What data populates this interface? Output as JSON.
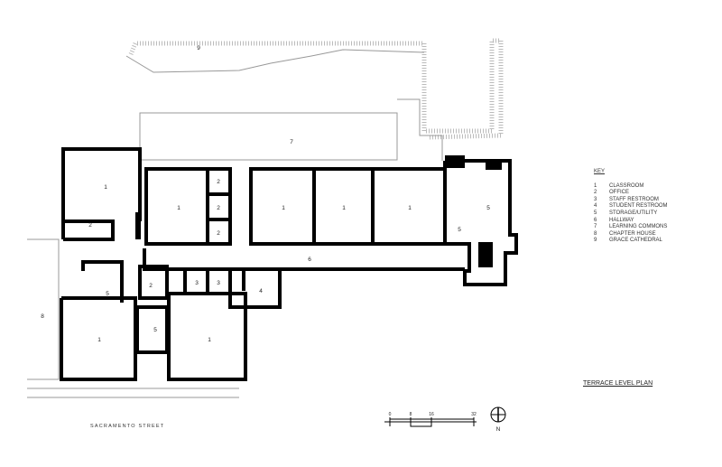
{
  "key": {
    "title": "KEY",
    "items": [
      {
        "num": "1",
        "label": "CLASSROOM"
      },
      {
        "num": "2",
        "label": "OFFICE"
      },
      {
        "num": "3",
        "label": "STAFF RESTROOM"
      },
      {
        "num": "4",
        "label": "STUDENT RESTROOM"
      },
      {
        "num": "5",
        "label": "STORAGE/UTILITY"
      },
      {
        "num": "6",
        "label": "HALLWAY"
      },
      {
        "num": "7",
        "label": "LEARNING COMMONS"
      },
      {
        "num": "8",
        "label": "CHAPTER HOUSE"
      },
      {
        "num": "9",
        "label": "GRACE CATHEDRAL"
      }
    ]
  },
  "plan_title": "TERRACE LEVEL PLAN",
  "street": "SACRAMENTO STREET",
  "scale": {
    "ticks": [
      "0",
      "8",
      "16",
      "32"
    ]
  },
  "north": "N",
  "rooms": {
    "cathedral": "9",
    "commons": "7",
    "c_topleft": "1",
    "o_left": "2",
    "c_a": "1",
    "o_a": "2",
    "o_b": "2",
    "o_c": "2",
    "c_b": "1",
    "c_c": "1",
    "c_d": "1",
    "s_right": "5",
    "s_right2": "5",
    "hall": "6",
    "o_mid": "2",
    "sr_a": "3",
    "sr_b": "3",
    "stu": "4",
    "s_left": "5",
    "s_mid": "5",
    "c_bl": "1",
    "c_bm": "1",
    "chapter": "8"
  }
}
